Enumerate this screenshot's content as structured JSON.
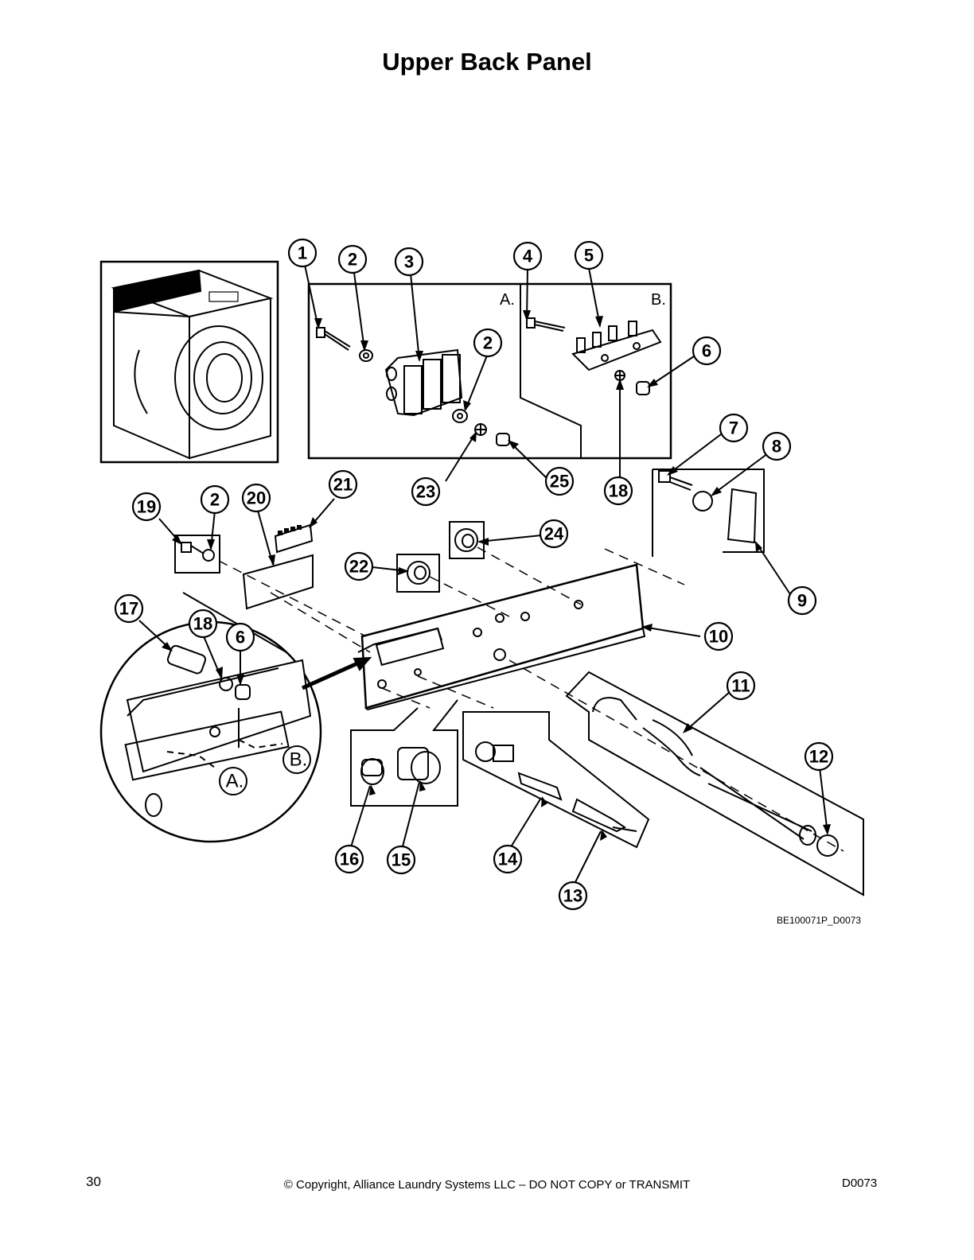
{
  "title": "Upper Back Panel",
  "figure_code": "BE100071P_D0073",
  "footer": {
    "page_number": "30",
    "copyright": "© Copyright, Alliance Laundry Systems LLC – DO NOT COPY or TRANSMIT",
    "doc_code": "D0073"
  },
  "inset_labels": {
    "a": "A.",
    "b": "B."
  },
  "detail_labels": {
    "a": "A.",
    "b": "B."
  },
  "callouts": [
    "1",
    "2",
    "3",
    "4",
    "5",
    "2",
    "6",
    "7",
    "8",
    "9",
    "10",
    "11",
    "12",
    "13",
    "14",
    "15",
    "16",
    "17",
    "18",
    "6",
    "19",
    "2",
    "20",
    "21",
    "22",
    "23",
    "24",
    "25",
    "18"
  ]
}
